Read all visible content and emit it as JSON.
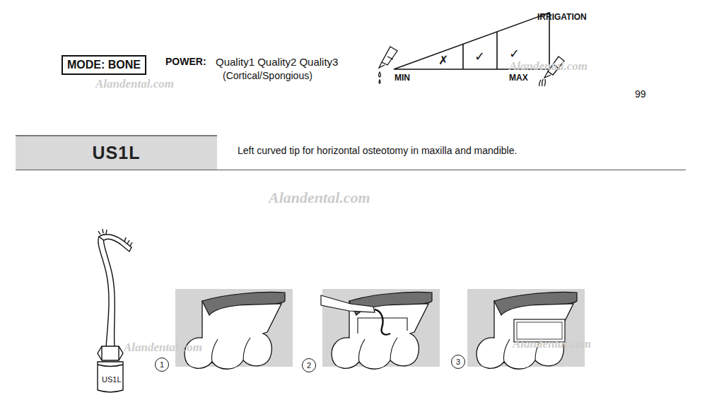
{
  "diagram": {
    "nodes": [
      {
        "text": [
          "MODE: BONE"
        ]
      },
      {
        "text": [
          "US1L"
        ]
      },
      {
        "text": [
          "1"
        ]
      },
      {
        "text": [
          "2"
        ]
      },
      {
        "text": [
          "3"
        ]
      }
    ],
    "labels": [
      "POWER:",
      "Quality1 Quality2 Quality3",
      "(Cortical/Spongious)",
      "✗",
      "✓",
      "✓",
      "MIN",
      "MAX",
      "IRRIGATION",
      "99",
      "Left curved tip for horizontal osteotomy in maxilla and mandible.",
      "US1L",
      "Alandental.com",
      "Alandental.com",
      "Alandental.com",
      "Alandental.com",
      "Alandental.com"
    ]
  }
}
